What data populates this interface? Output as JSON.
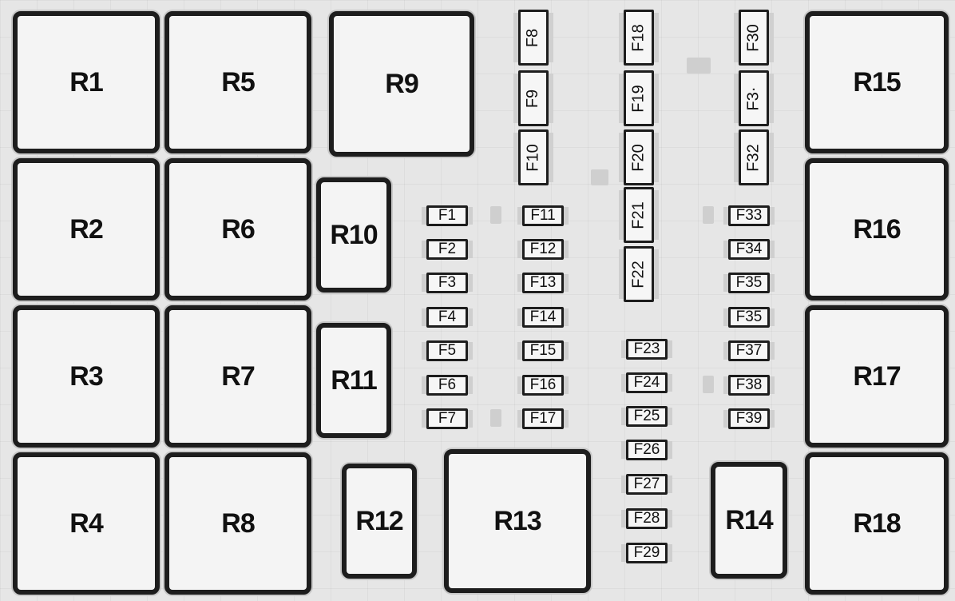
{
  "relays": [
    {
      "id": "R1",
      "label": "R1"
    },
    {
      "id": "R2",
      "label": "R2"
    },
    {
      "id": "R3",
      "label": "R3"
    },
    {
      "id": "R4",
      "label": "R4"
    },
    {
      "id": "R5",
      "label": "R5"
    },
    {
      "id": "R6",
      "label": "R6"
    },
    {
      "id": "R7",
      "label": "R7"
    },
    {
      "id": "R8",
      "label": "R8"
    },
    {
      "id": "R9",
      "label": "R9"
    },
    {
      "id": "R10",
      "label": "R10"
    },
    {
      "id": "R11",
      "label": "R11"
    },
    {
      "id": "R12",
      "label": "R12"
    },
    {
      "id": "R13",
      "label": "R13"
    },
    {
      "id": "R14",
      "label": "R14"
    },
    {
      "id": "R15",
      "label": "R15"
    },
    {
      "id": "R16",
      "label": "R16"
    },
    {
      "id": "R17",
      "label": "R17"
    },
    {
      "id": "R18",
      "label": "R18"
    }
  ],
  "fuses": [
    {
      "id": "F1",
      "label": "F1"
    },
    {
      "id": "F2",
      "label": "F2"
    },
    {
      "id": "F3",
      "label": "F3"
    },
    {
      "id": "F4",
      "label": "F4"
    },
    {
      "id": "F5",
      "label": "F5"
    },
    {
      "id": "F6",
      "label": "F6"
    },
    {
      "id": "F7",
      "label": "F7"
    },
    {
      "id": "F8",
      "label": "F8"
    },
    {
      "id": "F9",
      "label": "F9"
    },
    {
      "id": "F10",
      "label": "F10"
    },
    {
      "id": "F11",
      "label": "F11"
    },
    {
      "id": "F12",
      "label": "F12"
    },
    {
      "id": "F13",
      "label": "F13"
    },
    {
      "id": "F14",
      "label": "F14"
    },
    {
      "id": "F15",
      "label": "F15"
    },
    {
      "id": "F16",
      "label": "F16"
    },
    {
      "id": "F17",
      "label": "F17"
    },
    {
      "id": "F18",
      "label": "F18"
    },
    {
      "id": "F19",
      "label": "F19"
    },
    {
      "id": "F20",
      "label": "F20"
    },
    {
      "id": "F21",
      "label": "F21"
    },
    {
      "id": "F22",
      "label": "F22"
    },
    {
      "id": "F23",
      "label": "F23"
    },
    {
      "id": "F24",
      "label": "F24"
    },
    {
      "id": "F25",
      "label": "F25"
    },
    {
      "id": "F26",
      "label": "F26"
    },
    {
      "id": "F27",
      "label": "F27"
    },
    {
      "id": "F28",
      "label": "F28"
    },
    {
      "id": "F29",
      "label": "F29"
    },
    {
      "id": "F30",
      "label": "F30"
    },
    {
      "id": "F31",
      "label": "F3·"
    },
    {
      "id": "F32",
      "label": "F32"
    },
    {
      "id": "F33",
      "label": "F33"
    },
    {
      "id": "F34",
      "label": "F34"
    },
    {
      "id": "F35",
      "label": "F35"
    },
    {
      "id": "F36",
      "label": "F35"
    },
    {
      "id": "F37",
      "label": "F37"
    },
    {
      "id": "F38",
      "label": "F38"
    },
    {
      "id": "F39",
      "label": "F39"
    }
  ]
}
